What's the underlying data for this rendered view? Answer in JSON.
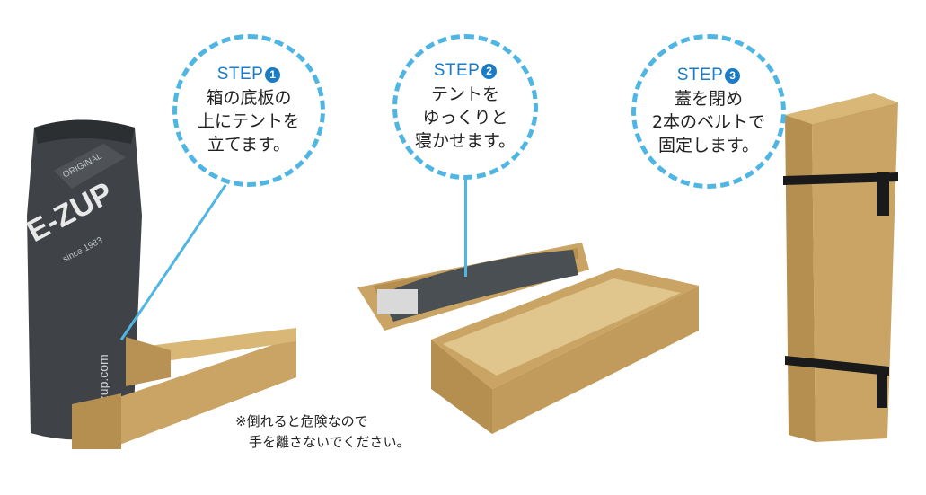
{
  "steps": [
    {
      "label": "STEP",
      "number": "1",
      "text": "箱の底板の\n上にテントを\n立てます。"
    },
    {
      "label": "STEP",
      "number": "2",
      "text": "テントを\nゆっくりと\n寝かせます。"
    },
    {
      "label": "STEP",
      "number": "3",
      "text": "蓋を閉め\n2本のベルトで\n固定します。"
    }
  ],
  "tent_bag": {
    "logo": "E-ZUP",
    "logo_top": "ORIGINAL",
    "logo_bottom": "since 1983",
    "url": "ezup.com"
  },
  "note": "※倒れると危険なので\n　手を離さないでください。",
  "colors": {
    "accent": "#4fb6e3",
    "step_blue": "#1b7bc4",
    "cardboard": "#c9a464",
    "bag": "#3f4347",
    "belt": "#1a1a1a"
  }
}
